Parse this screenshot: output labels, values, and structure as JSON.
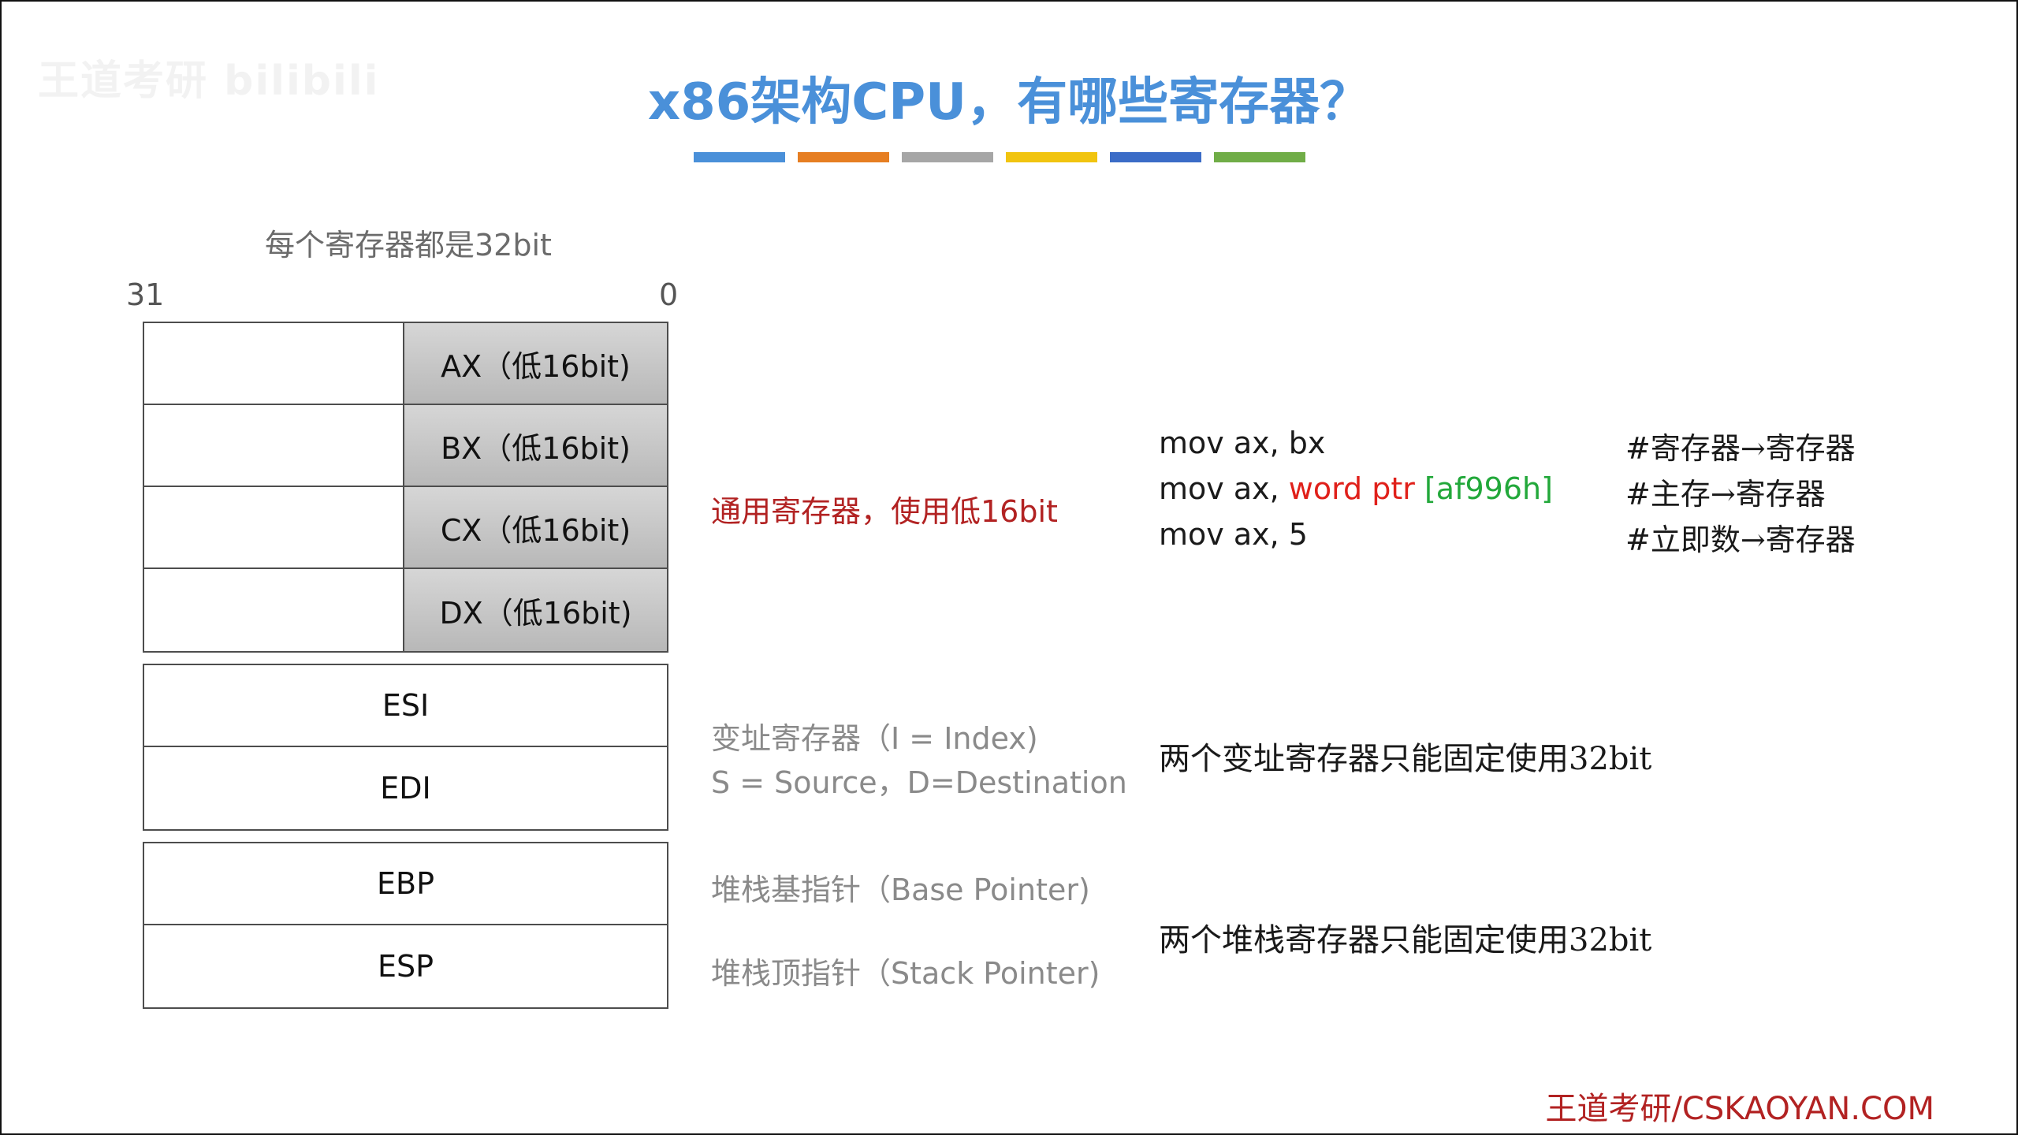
{
  "watermark": "王道考研 bilibili",
  "title": "x86架构CPU，有哪些寄存器？",
  "accent_stripes": [
    "#4a90d9",
    "#e67e22",
    "#a6a6a6",
    "#f1c40f",
    "#3b6cc7",
    "#70ad47"
  ],
  "diagram": {
    "caption": "每个寄存器都是32bit",
    "bit_high": "31",
    "bit_low": "0",
    "general_registers": [
      "AX（低16bit)",
      "BX（低16bit)",
      "CX（低16bit)",
      "DX（低16bit)"
    ],
    "index_registers": [
      "ESI",
      "EDI"
    ],
    "stack_registers": [
      "EBP",
      "ESP"
    ]
  },
  "descriptions": {
    "general": "通用寄存器，使用低16bit",
    "index_line1": "变址寄存器（I = Index)",
    "index_line2": "S = Source，D=Destination",
    "base_pointer": "堆栈基指针（Base Pointer)",
    "stack_pointer": "堆栈顶指针（Stack Pointer)"
  },
  "code": {
    "line1": "mov ax, bx",
    "line2_prefix": "mov ax, ",
    "line2_word_ptr": "word ptr ",
    "line2_address": "[af996h]",
    "line3": "mov ax, 5",
    "comment1": "#寄存器→寄存器",
    "comment2": "#主存→寄存器",
    "comment3": "#立即数→寄存器"
  },
  "notes": {
    "index_note": "两个变址寄存器只能固定使用32bit",
    "stack_note": "两个堆栈寄存器只能固定使用32bit"
  },
  "colors": {
    "title": "#4a90d9",
    "general_desc": "#b22222",
    "word_ptr": "#e0201a",
    "address": "#22a83a",
    "footer": "#b22222"
  },
  "footer": "王道考研/CSKAOYAN.COM"
}
